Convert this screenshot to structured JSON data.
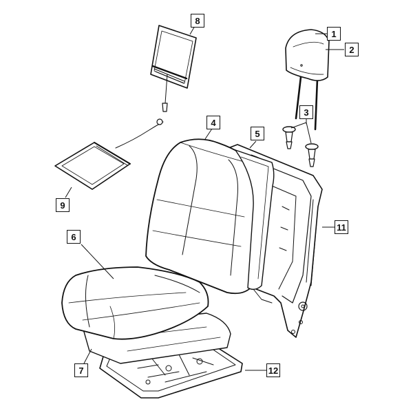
{
  "callouts": {
    "c1": "1",
    "c2": "2",
    "c3": "3",
    "c4": "4",
    "c5": "5",
    "c6": "6",
    "c7": "7",
    "c8": "8",
    "c9": "9",
    "c10": "11",
    "c11": "12"
  },
  "colors": {
    "line": "#111111",
    "background": "#ffffff"
  }
}
